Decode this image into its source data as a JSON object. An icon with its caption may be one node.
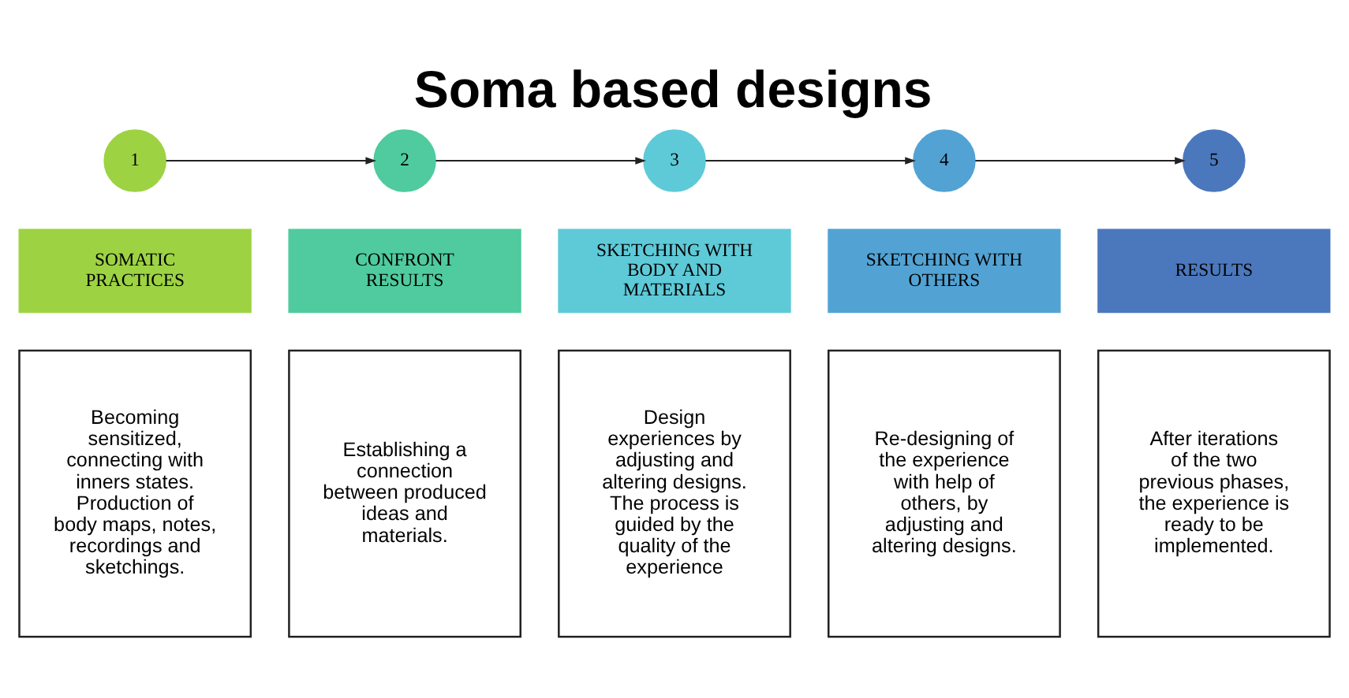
{
  "diagram": {
    "title": "Soma based designs",
    "nodes": [
      {
        "text": [
          "1"
        ]
      },
      {
        "text": [
          "2"
        ]
      },
      {
        "text": [
          "3"
        ]
      },
      {
        "text": [
          "4"
        ]
      },
      {
        "text": [
          "5"
        ]
      },
      {
        "text": [
          "SOMATIC PRACTICES"
        ]
      },
      {
        "text": [
          "CONFRONT RESULTS"
        ]
      },
      {
        "text": [
          "SKETCHING WITH BODY AND MATERIALS"
        ]
      },
      {
        "text": [
          "SKETCHING WITH OTHERS"
        ]
      },
      {
        "text": [
          "RESULTS"
        ]
      },
      {
        "text": [
          "Becoming sensitized, connecting with inners states. Production of body maps, notes, recordings and sketchings."
        ]
      },
      {
        "text": [
          "Establishing a connection between produced ideas and materials."
        ]
      },
      {
        "text": [
          "Design experiences by adjusting and altering designs. The process is guided by the quality of the experience"
        ]
      },
      {
        "text": [
          "Re-designing of the experience with help of others, by adjusting and altering designs."
        ]
      },
      {
        "text": [
          "After iterations of the two previous phases, the experience is ready to be implemented."
        ]
      }
    ],
    "edges": [
      {
        "from": 0,
        "to": 1,
        "arrow": "to"
      },
      {
        "from": 1,
        "to": 2,
        "arrow": "to"
      },
      {
        "from": 2,
        "to": 3,
        "arrow": "to"
      },
      {
        "from": 3,
        "to": 4,
        "arrow": "to"
      }
    ]
  }
}
